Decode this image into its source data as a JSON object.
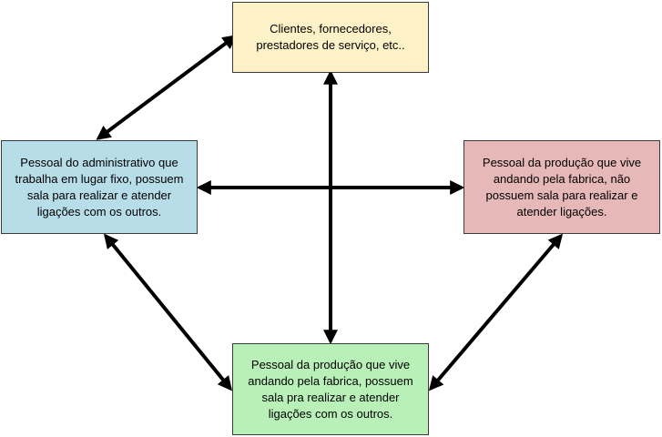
{
  "nodes": {
    "top": {
      "text": "Clientes, fornecedores, prestadores de serviço, etc.."
    },
    "left": {
      "text": "Pessoal do administrativo que trabalha em lugar fixo, possuem sala para realizar e atender ligações com os outros."
    },
    "right": {
      "text": "Pessoal da produção que vive andando pela fabrica, não possuem sala para realizar e atender ligações."
    },
    "bottom": {
      "text": "Pessoal  da produção que vive andando pela fabrica, possuem sala pra realizar e atender ligações com os outros."
    }
  },
  "colors": {
    "top": "#fdf1c7",
    "left": "#b7dde8",
    "right": "#e6b8b7",
    "bottom": "#b8f0b8",
    "arrow": "#000000"
  },
  "connections": [
    {
      "from": "left",
      "to": "top",
      "type": "bidirectional"
    },
    {
      "from": "left",
      "to": "right",
      "type": "bidirectional"
    },
    {
      "from": "top",
      "to": "bottom",
      "type": "bidirectional"
    },
    {
      "from": "left",
      "to": "bottom",
      "type": "bidirectional"
    },
    {
      "from": "right",
      "to": "bottom",
      "type": "bidirectional"
    }
  ]
}
